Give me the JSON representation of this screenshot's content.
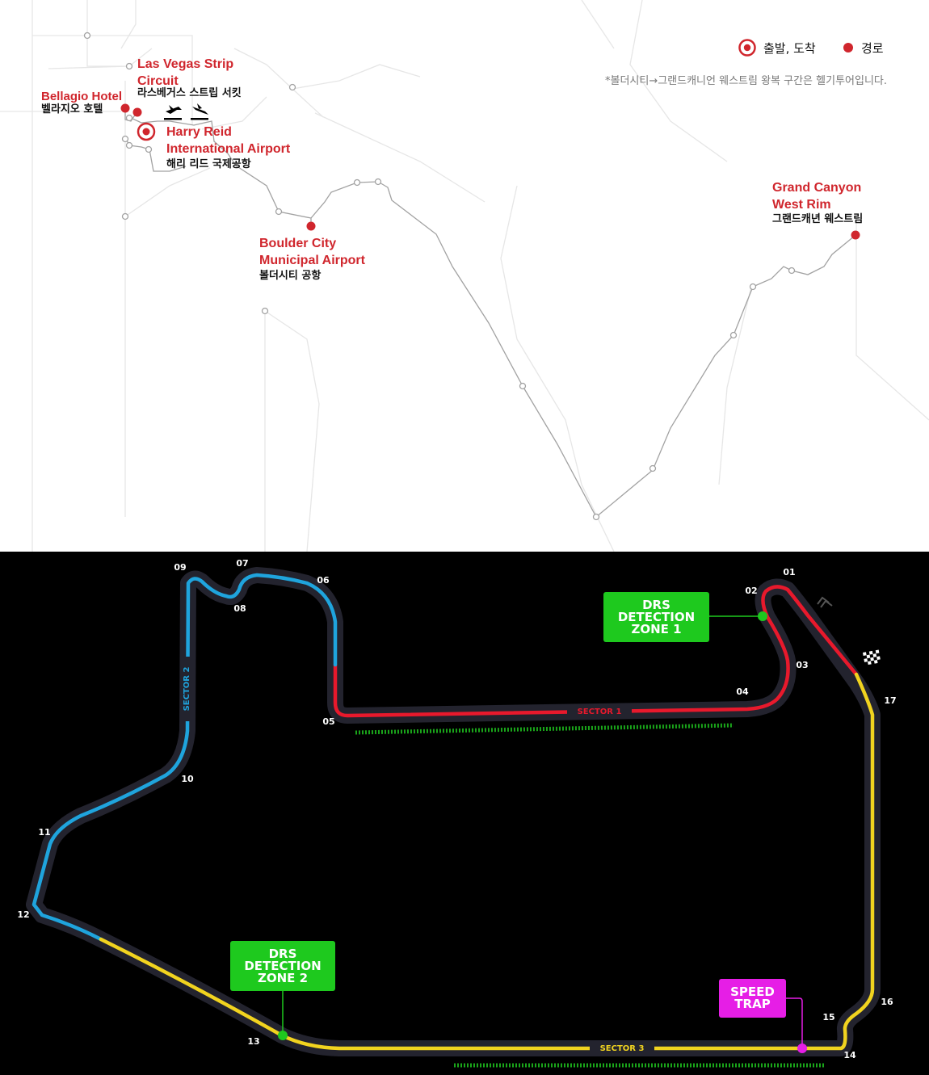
{
  "map": {
    "legend": {
      "start_end_label": "출발, 도착",
      "route_label": "경로"
    },
    "note": "*볼더시티→그랜드캐니언 웨스트림 왕복 구간은 헬기투어입니다.",
    "places": [
      {
        "id": "las-vegas-strip-circuit",
        "name_en": "Las Vegas Strip\nCircuit",
        "name_ko": "라스베거스 스트립 서킷"
      },
      {
        "id": "bellagio-hotel",
        "name_en": "Bellagio Hotel",
        "name_ko": "벨라지오 호텔"
      },
      {
        "id": "harry-reid-airport",
        "name_en": "Harry Reid\nInternational Airport",
        "name_ko": "해리 리드 국제공항"
      },
      {
        "id": "boulder-city-airport",
        "name_en": "Boulder City\nMunicipal Airport",
        "name_ko": "볼더시티 공항"
      },
      {
        "id": "grand-canyon-west-rim",
        "name_en": "Grand Canyon\nWest Rim",
        "name_ko": "그랜드캐년 웨스트림"
      }
    ],
    "colors": {
      "accent": "#d0262d",
      "road": "#e3e3e3",
      "route": "#9a9a9a"
    },
    "icons": [
      "airplane-departure-icon",
      "airplane-arrival-icon",
      "target-icon",
      "dot-icon"
    ]
  },
  "track": {
    "turns": [
      "01",
      "02",
      "03",
      "04",
      "05",
      "06",
      "07",
      "08",
      "09",
      "10",
      "11",
      "12",
      "13",
      "14",
      "15",
      "16",
      "17"
    ],
    "sectors": [
      "SECTOR 1",
      "SECTOR 2",
      "SECTOR 3"
    ],
    "drs_zone_1": [
      "DRS",
      "DETECTION",
      "ZONE 1"
    ],
    "drs_zone_2": [
      "DRS",
      "DETECTION",
      "ZONE 2"
    ],
    "speed_trap": [
      "SPEED",
      "TRAP"
    ],
    "colors": {
      "sector1": "#e8192c",
      "sector2": "#1fa4dd",
      "sector3": "#f1d31f",
      "drs": "#1ec91e",
      "speed_trap": "#e61ee6",
      "outline": "#23232e"
    },
    "icons": [
      "chequered-flag-icon",
      "direction-chevron-icon"
    ]
  }
}
